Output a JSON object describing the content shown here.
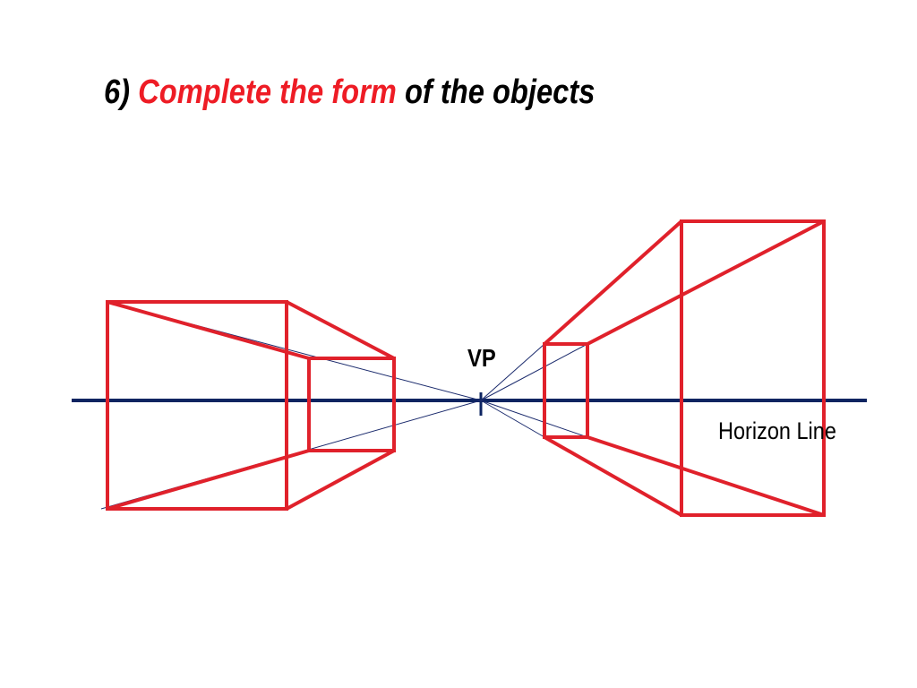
{
  "title": {
    "number": "6)",
    "highlight": "Complete the form",
    "rest": "of the objects"
  },
  "labels": {
    "vanishing_point": "VP",
    "horizon_line": "Horizon Line"
  },
  "colors": {
    "object_lines": "#e0212b",
    "guide_lines": "#1a2a6c",
    "horizon": "#0d2461",
    "title_accent": "#ee1c25"
  }
}
